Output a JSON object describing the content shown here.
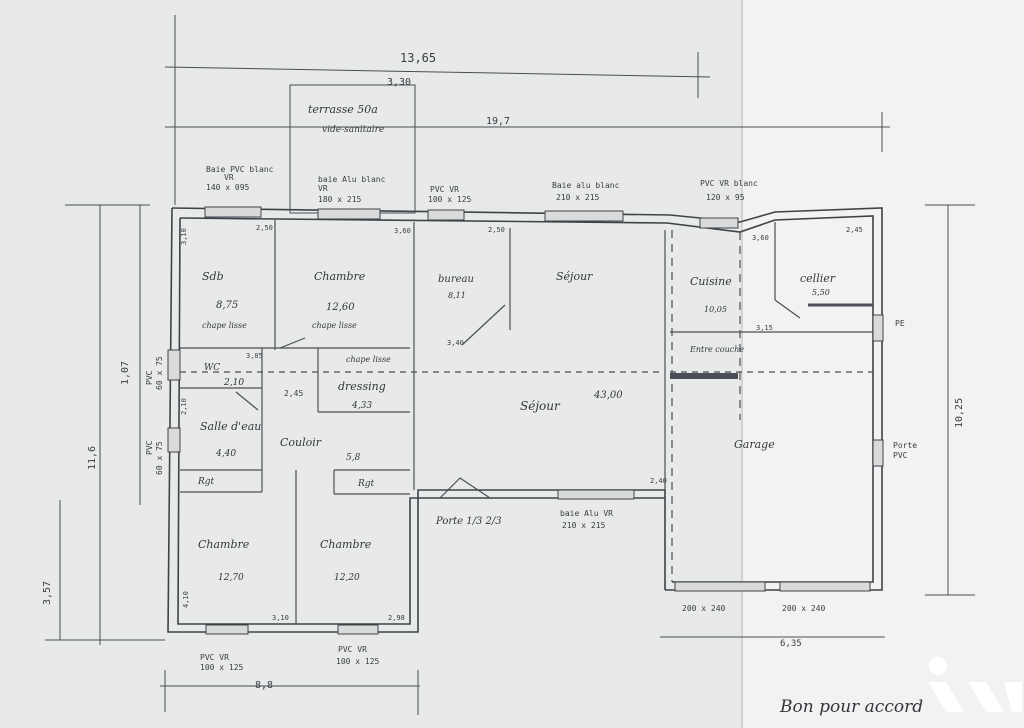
{
  "dimensions": {
    "overall_width_top": "13,65",
    "terrace_width": "3,30",
    "house_length": "19,7",
    "left_total_depth": "11,6",
    "left_inner_depth": "1,07",
    "left_bottom_depth": "3,57",
    "right_depth": "10,25",
    "bottom_left_width": "8,8",
    "bottom_right_width": "6,35",
    "corner_250_top": "2,50",
    "corner_360_top": "3,60",
    "corner_250_mid": "2,50",
    "corner_245": "2,45",
    "mark_360_right": "3,60",
    "mark_315": "3,15",
    "mark_310_left": "3,10",
    "mark_210": "2,10",
    "mark_310_bottom": "3,10",
    "mark_298": "2,98",
    "mark_410": "4,10",
    "mark_340": "3,40",
    "mark_305": "3,05",
    "mark_245_mid": "2,45",
    "mark_240": "2,40"
  },
  "terrace": {
    "line1": "terrasse 50a",
    "line2": "vide-sanitaire"
  },
  "openings": {
    "baie_left": {
      "line1": "Baie PVC blanc",
      "line2": "VR",
      "line3": "140 x 095"
    },
    "baie_chambre_top": {
      "line1": "baie Alu blanc",
      "line2": "VR",
      "line3": "180 x 215"
    },
    "pvc_bureau": {
      "line1": "PVC VR",
      "line2": "100 x 125"
    },
    "baie_sejour": {
      "line1": "Baie alu blanc",
      "line2": "210 x 215"
    },
    "pvc_cuisine": {
      "line1": "PVC VR blanc",
      "line2": "120 x 95"
    },
    "pvc_left_1": {
      "line1": "PVC",
      "line2": "60 x 75"
    },
    "pvc_left_2": {
      "line1": "PVC",
      "line2": "60 x 75"
    },
    "pvc_bottom_1": {
      "line1": "PVC VR",
      "line2": "100 x 125"
    },
    "pvc_bottom_2": {
      "line1": "PVC VR",
      "line2": "100 x 125"
    },
    "baie_bottom": {
      "line1": "baie Alu VR",
      "line2": "210 x 215"
    },
    "porte": "Porte 1/3 2/3",
    "garage_door_1": "200 x 240",
    "garage_door_2": "200 x 240",
    "pe": "PE",
    "porte_pvc": {
      "line1": "Porte",
      "line2": "PVC"
    }
  },
  "rooms": {
    "sdb": {
      "name": "Sdb",
      "area": "8,75",
      "finish": "chape lisse"
    },
    "chambre_top": {
      "name": "Chambre",
      "area": "12,60",
      "finish": "chape lisse"
    },
    "bureau": {
      "name": "bureau",
      "area": "8,11"
    },
    "sejour_top": {
      "name": "Séjour"
    },
    "cuisine": {
      "name": "Cuisine",
      "area": "10,05"
    },
    "cellier": {
      "name": "cellier",
      "area": "5,50"
    },
    "wc": {
      "name": "WC",
      "area": "2,10"
    },
    "dressing": {
      "name": "dressing",
      "area": "4,33",
      "finish": "chape lisse"
    },
    "salle_deau": {
      "name": "Salle d'eau",
      "area": "4,40"
    },
    "couloir": {
      "name": "Couloir",
      "area": "5,8",
      "extra": "2,45"
    },
    "sejour": {
      "name": "Séjour",
      "area": "43,00"
    },
    "garage": {
      "name": "Garage"
    },
    "extra_mark": "Entre couche",
    "rgt_left": "Rgt",
    "rgt_right": "Rgt",
    "chambre_left": {
      "name": "Chambre",
      "area": "12,70"
    },
    "chambre_right": {
      "name": "Chambre",
      "area": "12,20"
    }
  },
  "annotation": "Bon pour accord"
}
